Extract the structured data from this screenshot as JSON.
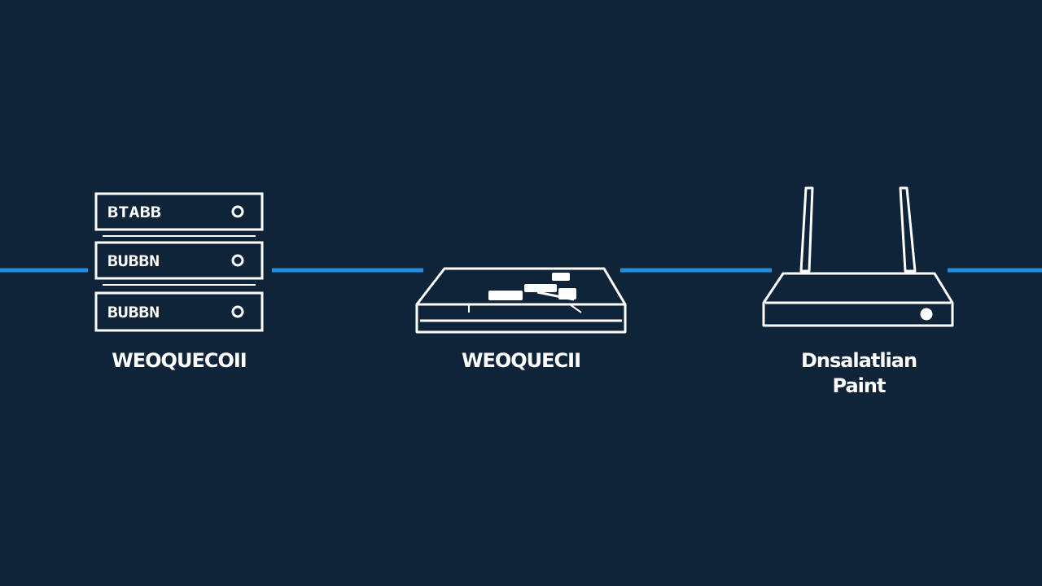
{
  "colors": {
    "background": "#0f2339",
    "link": "#1f8fe0",
    "device_stroke": "#ffffff"
  },
  "nodes": [
    {
      "icon": "server-rack-icon",
      "units": [
        "BTABB",
        "BUBBN",
        "BUBBN"
      ],
      "label": "WEOQUECOII"
    },
    {
      "icon": "network-switch-icon",
      "label": "WEOQUECII"
    },
    {
      "icon": "wifi-router-icon",
      "label_lines": [
        "Dnsalatlian",
        "Paint"
      ]
    }
  ]
}
